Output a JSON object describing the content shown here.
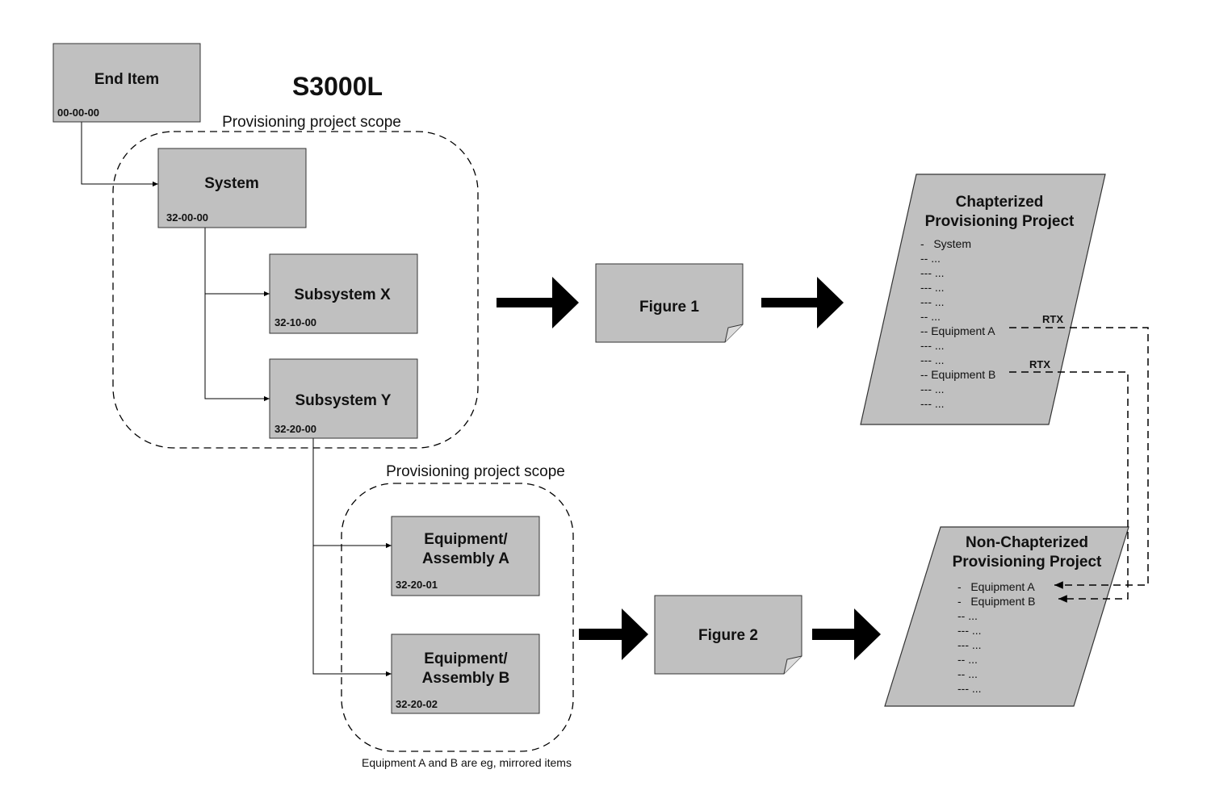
{
  "title": "S3000L",
  "colors": {
    "box_fill": "#c0c0c0",
    "stroke": "#333333",
    "arrow": "#000000"
  },
  "scopes": [
    {
      "label": "Provisioning project scope"
    },
    {
      "label": "Provisioning project scope"
    }
  ],
  "boxes": {
    "end_item": {
      "title": "End Item",
      "code": "00-00-00"
    },
    "system": {
      "title": "System",
      "code": "32-00-00"
    },
    "subsystem_x": {
      "title": "Subsystem X",
      "code": "32-10-00"
    },
    "subsystem_y": {
      "title": "Subsystem Y",
      "code": "32-20-00"
    },
    "equipment_a": {
      "title_line1": "Equipment/",
      "title_line2": "Assembly A",
      "code": "32-20-01"
    },
    "equipment_b": {
      "title_line1": "Equipment/",
      "title_line2": "Assembly B",
      "code": "32-20-02"
    }
  },
  "figures": {
    "figure1": "Figure 1",
    "figure2": "Figure 2"
  },
  "chaptered_project": {
    "title_line1": "Chapterized",
    "title_line2": "Provisioning Project",
    "items": [
      "-   System",
      "-- ...",
      "--- ...",
      "--- ...",
      "--- ...",
      "-- ...",
      "-- Equipment A",
      "--- ...",
      "--- ...",
      "-- Equipment B",
      "--- ...",
      "--- ..."
    ]
  },
  "non_chaptered_project": {
    "title_line1": "Non-Chapterized",
    "title_line2": "Provisioning Project",
    "items": [
      "-   Equipment A",
      "-   Equipment B",
      "-- ...",
      "--- ...",
      "--- ...",
      "-- ...",
      "-- ...",
      "--- ..."
    ]
  },
  "rtx_labels": [
    "RTX",
    "RTX"
  ],
  "note": "Equipment A and B are eg, mirrored items"
}
